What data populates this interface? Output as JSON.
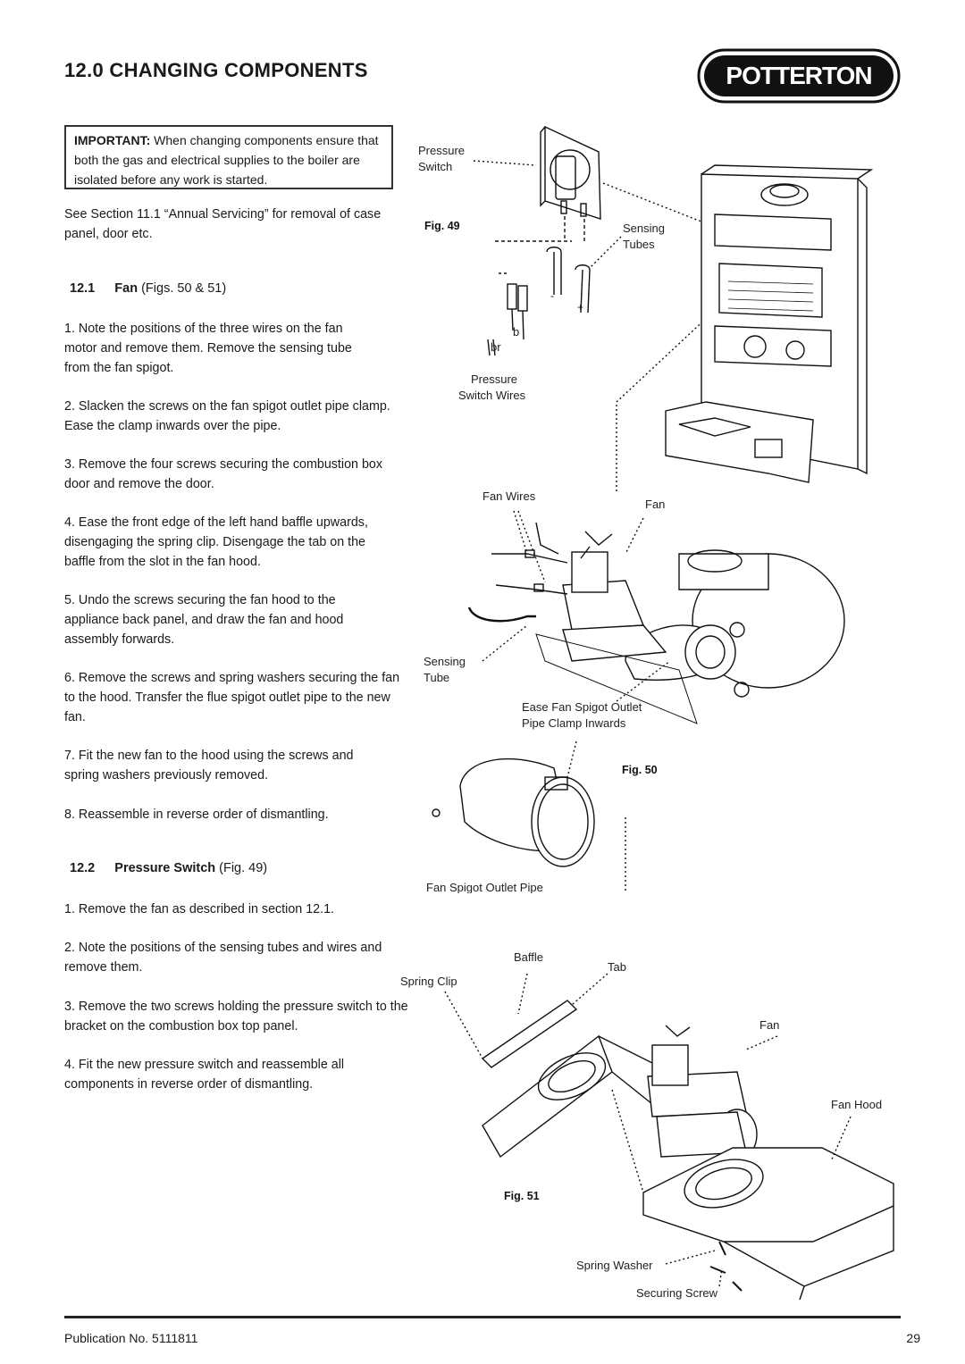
{
  "page": {
    "title": "12.0 CHANGING COMPONENTS",
    "brand": "POTTERTON",
    "important": {
      "lead": "IMPORTANT:",
      "text": " When changing components ensure that both the gas and electrical supplies to the boiler are isolated before any work is started."
    },
    "intro": "See Section 11.1 “Annual Servicing” for removal of case panel, door etc.",
    "section1": {
      "number": "12.1",
      "name": "Fan",
      "ref": " (Figs. 50 & 51)",
      "steps": [
        "1. Note the positions of the three wires on the fan motor and remove them. Remove the sensing tube from the fan spigot.",
        "2. Slacken the screws on the fan spigot outlet pipe clamp. Ease the clamp inwards over the pipe.",
        "3. Remove the four screws securing the combustion box door and remove the door.",
        "4. Ease the front edge of the left hand baffle upwards, disengaging the spring clip. Disengage the tab on the baffle from the slot in the fan hood.",
        "5. Undo the screws securing the fan hood to the appliance back panel, and draw the fan and hood assembly forwards.",
        "6. Remove the screws and spring washers securing the fan to the hood. Transfer the flue spigot outlet pipe to the new fan.",
        "7. Fit the new fan to the hood using the screws and spring washers previously removed.",
        "8. Reassemble in reverse order of dismantling."
      ]
    },
    "section2": {
      "number": "12.2",
      "name": "Pressure Switch",
      "ref": " (Fig. 49)",
      "steps": [
        "1. Remove the fan as described in section 12.1.",
        "2. Note the positions of the sensing tubes and wires and remove them.",
        "3. Remove the two screws holding the pressure switch to the bracket on the combustion box top panel.",
        "4. Fit the new pressure switch and reassemble all components in reverse order of dismantling."
      ]
    },
    "fig49": {
      "label": "Fig. 49",
      "pressure_switch": [
        "Pressure",
        "Switch"
      ],
      "sensing_tubes": [
        "Sensing",
        "Tubes"
      ],
      "pressure_switch_wires": [
        "Pressure",
        "Switch Wires"
      ],
      "wire_b": "b",
      "wire_br": "br",
      "minus": "-",
      "plus": "+"
    },
    "fig50": {
      "label": "Fig. 50",
      "fan_wires": "Fan Wires",
      "fan": "Fan",
      "sensing_tube": [
        "Sensing",
        "Tube"
      ],
      "clamp": [
        "Ease Fan Spigot Outlet",
        "Pipe Clamp Inwards"
      ],
      "outlet_pipe": "Fan Spigot Outlet Pipe"
    },
    "fig51": {
      "label": "Fig. 51",
      "baffle": "Baffle",
      "tab": "Tab",
      "spring_clip": "Spring Clip",
      "fan": "Fan",
      "fan_hood": "Fan Hood",
      "spring_washer": "Spring Washer",
      "securing_screw": "Securing Screw"
    },
    "footer": {
      "publication": "Publication No. 5111811",
      "page_number": "29"
    }
  }
}
